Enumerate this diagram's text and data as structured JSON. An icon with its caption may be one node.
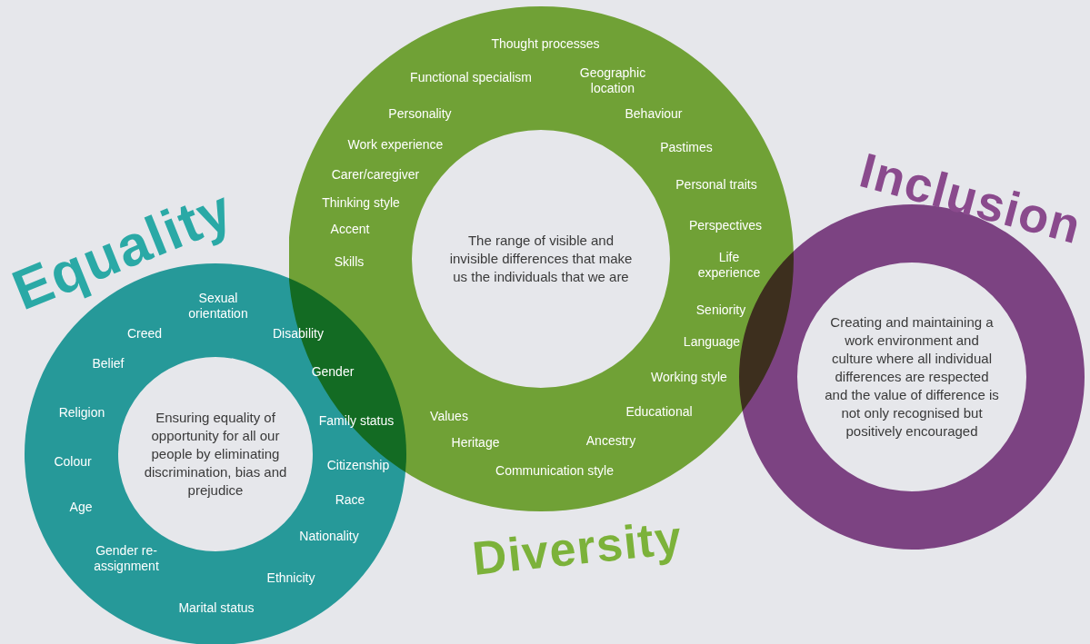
{
  "diagram": {
    "nodes": [
      {
        "text": [
          "Equality",
          "Ensuring equality of opportunity for all our people by eliminating discrimination, bias and prejudice",
          "Sexual orientation",
          "Creed",
          "Disability",
          "Belief",
          "Gender",
          "Religion",
          "Family status",
          "Colour",
          "Citizenship",
          "Age",
          "Race",
          "Nationality",
          "Gender re-assignment",
          "Ethnicity",
          "Marital status"
        ]
      },
      {
        "text": [
          "Diversity",
          "The range of visible and invisible differences that make us the individuals that we are",
          "Thought processes",
          "Functional specialism",
          "Geographic location",
          "Personality",
          "Behaviour",
          "Work experience",
          "Pastimes",
          "Carer/caregiver",
          "Personal traits",
          "Thinking style",
          "Accent",
          "Perspectives",
          "Skills",
          "Life experience",
          "Seniority",
          "Language",
          "Working style",
          "Educational",
          "Values",
          "Heritage",
          "Ancestry",
          "Communication style"
        ]
      },
      {
        "text": [
          "Inclusion",
          "Creating and maintaining a work environment and culture where all individual differences are respected and the value of difference is not only recognised but positively encouraged"
        ]
      }
    ],
    "edges": []
  }
}
